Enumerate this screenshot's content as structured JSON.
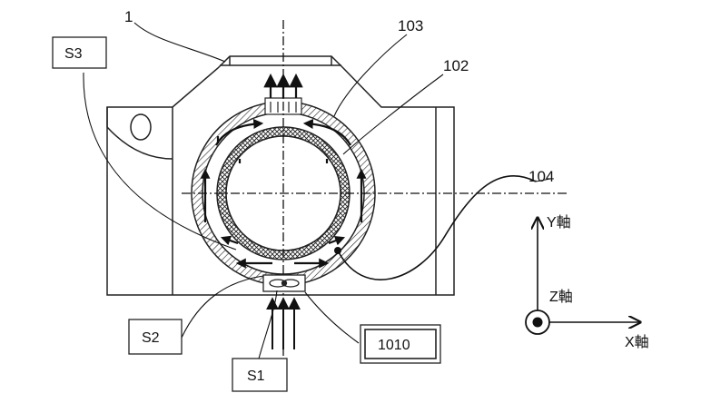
{
  "figure": {
    "ref_labels": {
      "body": "1",
      "outer_ring": "103",
      "inner_ring": "102",
      "wire": "104"
    },
    "boxes": {
      "s1": "S1",
      "s2": "S2",
      "s3": "S3",
      "module": "1010"
    },
    "axes": {
      "y": "Y軸",
      "z": "Z軸",
      "x": "X軸"
    }
  }
}
